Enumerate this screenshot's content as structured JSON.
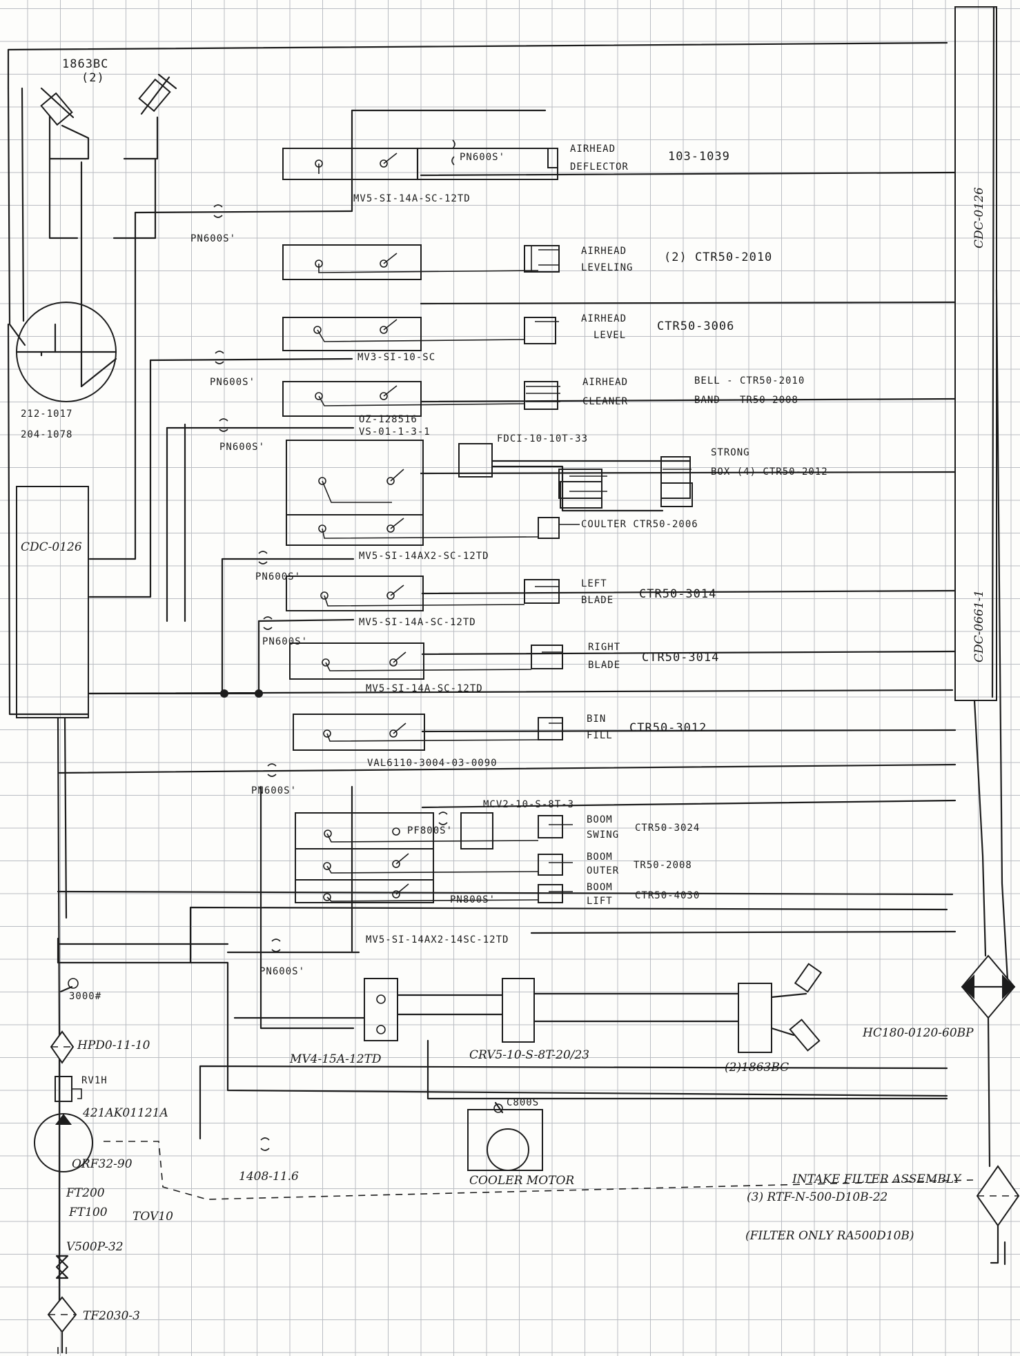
{
  "labels": {
    "lamp_top_left": "1863BC",
    "lamp_top_left_qty": "(2)",
    "pn600s_1": "PN600S'",
    "airhead_deflector_1": "AIRHEAD",
    "airhead_deflector_2": "DEFLECTOR",
    "part_103_1039": "103-1039",
    "mv5_si_14a_sc_12td": "MV5-SI-14A-SC-12TD",
    "pn600s_2": "PN600S'",
    "airhead_leveling_1": "AIRHEAD",
    "airhead_leveling_2": "LEVELING",
    "ctr50_2010_x2": "(2) CTR50-2010",
    "airhead_level_1": "AIRHEAD",
    "airhead_level_2": "LEVEL",
    "ctr50_3006": "CTR50-3006",
    "mv3_si_10_sc": "MV3-SI-10-SC",
    "pn600s_3": "PN600S'",
    "airhead_cleaner_1": "AIRHEAD",
    "airhead_cleaner_2": "CLEANER",
    "bell_ctr50_2010": "BELL - CTR50-2010",
    "band_tr50_2008": "BAND - TR50-2008",
    "motor_212_1017": "212-1017",
    "motor_204_1078": "204-1078",
    "oz_label_1": "OZ-128516",
    "oz_label_2": "VS-01-1-3-1",
    "pn600s_4": "PN600S'",
    "fdci_label": "FDCI-10-10T-33",
    "strong_box_1": "STRONG",
    "strong_box_2": "BOX (4) CTR50-2012",
    "coulter_label": "COULTER CTR50-2006",
    "cdc_0126_left": "CDC-0126",
    "mv5_si_14ax2_sc_12td": "MV5-SI-14AX2-SC-12TD",
    "pn600s_5": "PN600S'",
    "left_blade_1": "LEFT",
    "left_blade_2": "BLADE",
    "ctr50_3014_a": "CTR50-3014",
    "mv5_si_14a_sc_12td_b": "MV5-SI-14A-SC-12TD",
    "pn600s_6": "PN600S'",
    "right_blade_1": "RIGHT",
    "right_blade_2": "BLADE",
    "ctr50_3014_b": "CTR50-3014",
    "mv5_si_14a_sc_12td_c": "MV5-SI-14A-SC-12TD",
    "bin_fill_1": "BIN",
    "bin_fill_2": "FILL",
    "ctr50_3012": "CTR50-3012",
    "val_label": "VAL6110-3004-03-0090",
    "pn600s_7": "PN600S'",
    "mcv2_label": "MCV2-10-S-8T-3",
    "pf800s_label": "PF800S'",
    "boom_swing_1": "BOOM",
    "boom_swing_2": "SWING",
    "ctr50_3024": "CTR50-3024",
    "boom_outer_1": "BOOM",
    "boom_outer_2": "OUTER",
    "tr50_2008": "TR50-2008",
    "pn800s_label": "PN800S'",
    "boom_lift_1": "BOOM",
    "boom_lift_2": "LIFT",
    "ctr50_4030": "CTR50-4030",
    "mv5_si_14ax2_14sc_12td": "MV5-SI-14AX2-14SC-12TD",
    "pn600s_8": "PN600S'",
    "gauge_3000": "3000#",
    "hpd0_label": "HPD0-11-10",
    "rv1h_label": "RV1H",
    "pump_label": "421AK01121A",
    "mv4_label": "MV4-15A-12TD",
    "crv5_label": "CRV5-10-S-8T-20/23",
    "lamp_bottom_right": "(2)1863BC",
    "hc_label": "HC180-0120-60BP",
    "c800s_label": "C800S",
    "orf_label": "ORF32-90",
    "fitting_1408": "1408-11.6",
    "cooler_motor": "COOLER MOTOR",
    "intake_filter_title": "INTAKE FILTER ASSEMBLY",
    "intake_filter_part": "(3) RTF-N-500-D10B-22",
    "intake_filter_only": "(FILTER ONLY RA500D10B)",
    "ft200": "FT200",
    "ft100": "FT100",
    "to_v10": "TOV10",
    "v500p_label": "V500P-32",
    "tf2030_label": "TF2030-3",
    "cdc_0126_right": "CDC-0126",
    "cdc_0661_right": "CDC-0661-1"
  }
}
